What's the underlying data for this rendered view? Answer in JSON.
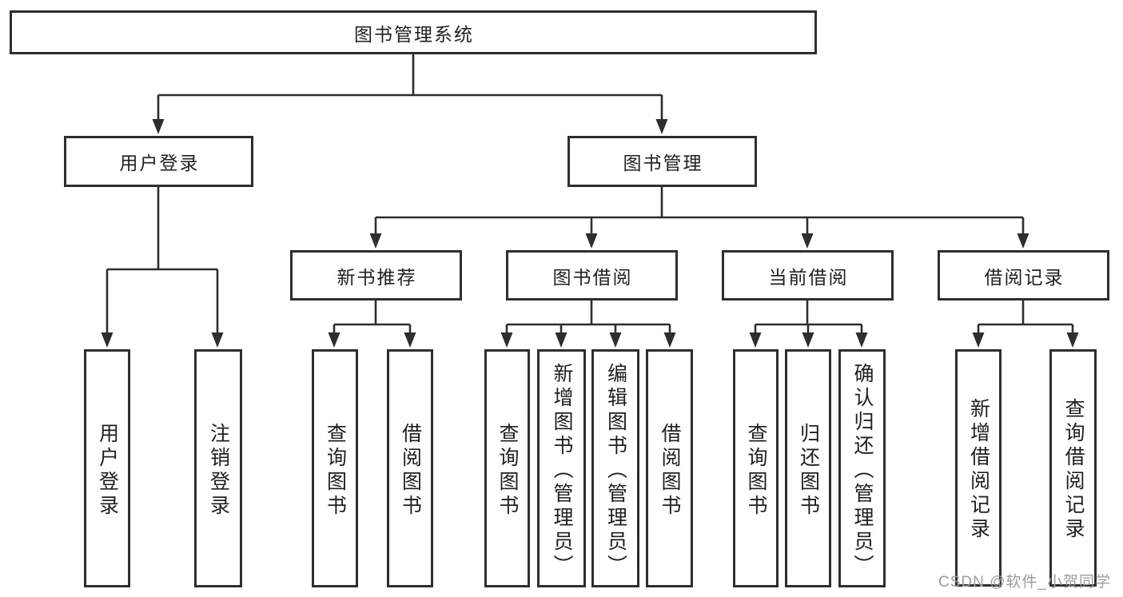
{
  "tree": {
    "root": "图书管理系统",
    "children": [
      {
        "label": "用户登录",
        "children": [
          "用户登录",
          "注销登录"
        ]
      },
      {
        "label": "图书管理",
        "children": [
          {
            "label": "新书推荐",
            "children": [
              "查询图书",
              "借阅图书"
            ]
          },
          {
            "label": "图书借阅",
            "children": [
              "查询图书",
              "新增图书（管理员）",
              "编辑图书（管理员）",
              "借阅图书"
            ]
          },
          {
            "label": "当前借阅",
            "children": [
              "查询图书",
              "归还图书",
              "确认归还（管理员）"
            ]
          },
          {
            "label": "借阅记录",
            "children": [
              "新增借阅记录",
              "查询借阅记录"
            ]
          }
        ]
      }
    ]
  },
  "watermark": {
    "text": "CSDN @软件_小贺同学"
  },
  "colors": {
    "line": "#2e2e2e",
    "text": "#1f1f1f",
    "watermark": "#9c9c9c",
    "background": "#ffffff"
  }
}
